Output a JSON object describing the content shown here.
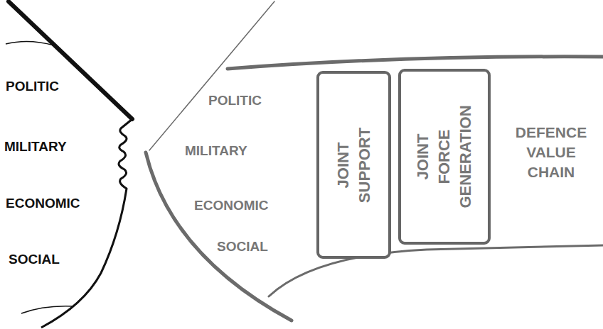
{
  "diagram": {
    "nodes": [
      {
        "text": [
          "POLITIC",
          "MILITARY",
          "ECONOMIC",
          "SOCIAL",
          "DEFENCE VALUE CHAIN"
        ]
      },
      {
        "text": [
          "JOINT SUPPORT"
        ],
        "in": 0
      },
      {
        "text": [
          "JOINT FORCE GENERATION"
        ],
        "in": 0
      }
    ],
    "labels": [
      "POLITIC",
      "MILITARY",
      "ECONOMIC",
      "SOCIAL"
    ]
  }
}
